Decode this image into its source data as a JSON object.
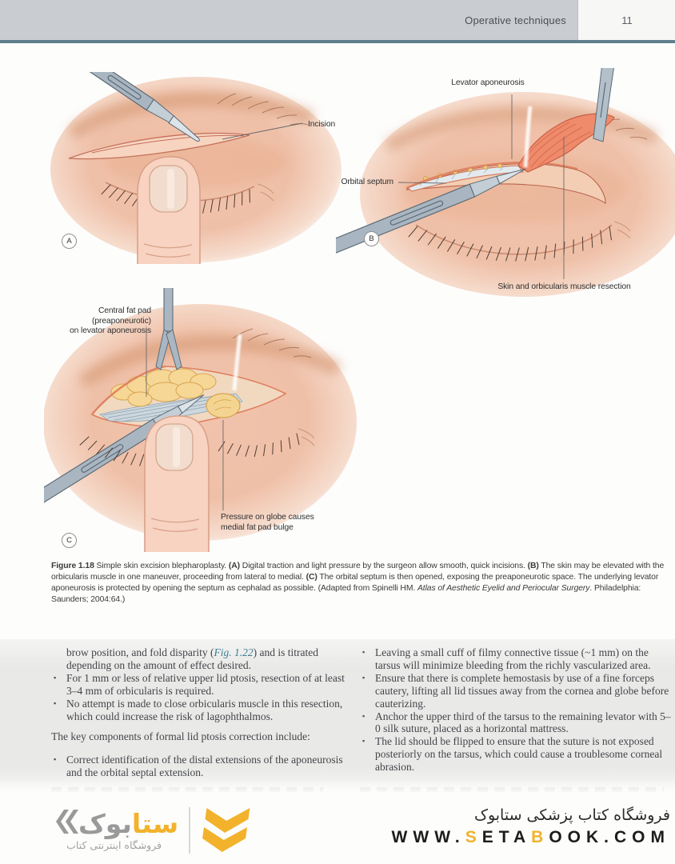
{
  "header": {
    "section_title": "Operative techniques",
    "page_number": "11",
    "bar_color": "#c9cdd1",
    "rule_color": "#5f7e8c"
  },
  "figures": {
    "a": {
      "badge": "A",
      "label_incision": "Incision"
    },
    "b": {
      "badge": "B",
      "label_levator": "Levator aponeurosis",
      "label_septum": "Orbital septum",
      "label_resection": "Skin and orbicularis muscle resection"
    },
    "c": {
      "badge": "C",
      "label_fat_pad": [
        "Central fat pad (preaponeurotic)",
        "on levator aponeurosis"
      ],
      "label_pressure": [
        "Pressure on globe causes",
        "medial fat pad bulge"
      ]
    }
  },
  "caption": {
    "segments": [
      {
        "t": "Figure 1.18",
        "b": true
      },
      {
        "t": "  Simple skin excision blepharoplasty. "
      },
      {
        "t": "(A)",
        "b": true
      },
      {
        "t": " Digital traction and light pressure by the surgeon allow smooth, quick incisions. "
      },
      {
        "t": "(B)",
        "b": true
      },
      {
        "t": " The skin may be elevated with the orbicularis muscle in one maneuver, proceeding from lateral to medial. "
      },
      {
        "t": "(C)",
        "b": true
      },
      {
        "t": " The orbital septum is then opened, exposing the preaponeurotic space. The underlying levator aponeurosis is protected by opening the septum as cephalad as possible. (Adapted from Spinelli HM. "
      },
      {
        "t": "Atlas of Aesthetic Eyelid and Periocular Surgery",
        "i": true
      },
      {
        "t": ". Philadelphia: Saunders; 2004:64.)"
      }
    ]
  },
  "body": {
    "left": {
      "continuation": [
        {
          "t": "brow position, and fold disparity ("
        },
        {
          "t": "Fig. 1.22",
          "i": true,
          "c": "#3d7f93"
        },
        {
          "t": ") and is titrated depending on the amount of effect desired."
        }
      ],
      "bullets_top": [
        [
          {
            "t": "For 1 mm or less of relative upper lid ptosis, resection of at least 3–4 mm of orbicularis is required."
          }
        ],
        [
          {
            "t": "No attempt is made to close orbicularis muscle in this resection, which could increase the risk of lagophthalmos."
          }
        ]
      ],
      "paragraph": "The key components of formal lid ptosis correction include:",
      "bullets_bottom": [
        [
          {
            "t": "Correct identification of the distal extensions of the aponeurosis and the orbital septal extension."
          }
        ]
      ]
    },
    "right": {
      "bullets": [
        [
          {
            "t": "Leaving a small cuff of filmy connective tissue (~1 mm) on the tarsus will minimize bleeding from the richly vascularized area."
          }
        ],
        [
          {
            "t": "Ensure that there is complete hemostasis by use of a fine forceps cautery, lifting all lid tissues away from the cornea and globe before cauterizing."
          }
        ],
        [
          {
            "t": "Anchor the upper third of the tarsus to the remaining levator with 5–0 silk suture, placed as a horizontal mattress."
          }
        ],
        [
          {
            "t": "The lid should be flipped to ensure that the suture is not exposed posteriorly on the tarsus, which could cause a troublesome corneal abrasion."
          }
        ]
      ]
    }
  },
  "footer": {
    "brand_yellow": "#f2b22b",
    "brand_gray": "#9a9a9a",
    "logo": {
      "wordmark": [
        {
          "t": "ستا",
          "c": "#f2b22b"
        },
        {
          "t": "بوک",
          "c": "#9a9a9a"
        }
      ],
      "subtext": "فروشگاه اینترنتی کتاب"
    },
    "right": {
      "persian": "فروشگاه کتاب پزشکی ستابوک",
      "url_segments": [
        {
          "t": "WWW.",
          "c": "#1c1c1a"
        },
        {
          "t": "S",
          "c": "#f2b22b"
        },
        {
          "t": "ETA",
          "c": "#1c1c1a"
        },
        {
          "t": "B",
          "c": "#f2b22b"
        },
        {
          "t": "OOK.COM",
          "c": "#1c1c1a"
        }
      ]
    }
  }
}
